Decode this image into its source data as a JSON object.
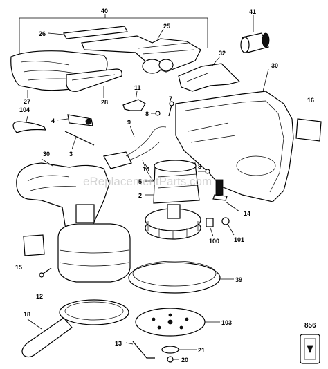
{
  "diagram": {
    "watermark": "eReplacementParts.com",
    "model_code": "856",
    "parts": [
      {
        "id": "p40",
        "label": "40"
      },
      {
        "id": "p41",
        "label": "41"
      },
      {
        "id": "p26",
        "label": "26"
      },
      {
        "id": "p25",
        "label": "25"
      },
      {
        "id": "p32",
        "label": "32"
      },
      {
        "id": "p30a",
        "label": "30"
      },
      {
        "id": "p27",
        "label": "27"
      },
      {
        "id": "p28",
        "label": "28"
      },
      {
        "id": "p11",
        "label": "11"
      },
      {
        "id": "p7",
        "label": "7"
      },
      {
        "id": "p8a",
        "label": "8"
      },
      {
        "id": "p16",
        "label": "16"
      },
      {
        "id": "p104",
        "label": "104"
      },
      {
        "id": "p4",
        "label": "4"
      },
      {
        "id": "p9",
        "label": "9"
      },
      {
        "id": "p3",
        "label": "3"
      },
      {
        "id": "p30b",
        "label": "30"
      },
      {
        "id": "p10",
        "label": "10"
      },
      {
        "id": "p8b",
        "label": "8"
      },
      {
        "id": "p5",
        "label": "5"
      },
      {
        "id": "p2",
        "label": "2"
      },
      {
        "id": "p14",
        "label": "14"
      },
      {
        "id": "p100",
        "label": "100"
      },
      {
        "id": "p101",
        "label": "101"
      },
      {
        "id": "p15",
        "label": "15"
      },
      {
        "id": "p39",
        "label": "39"
      },
      {
        "id": "p12",
        "label": "12"
      },
      {
        "id": "p18",
        "label": "18"
      },
      {
        "id": "p103",
        "label": "103"
      },
      {
        "id": "p13",
        "label": "13"
      },
      {
        "id": "p21",
        "label": "21"
      },
      {
        "id": "p20",
        "label": "20"
      }
    ]
  }
}
